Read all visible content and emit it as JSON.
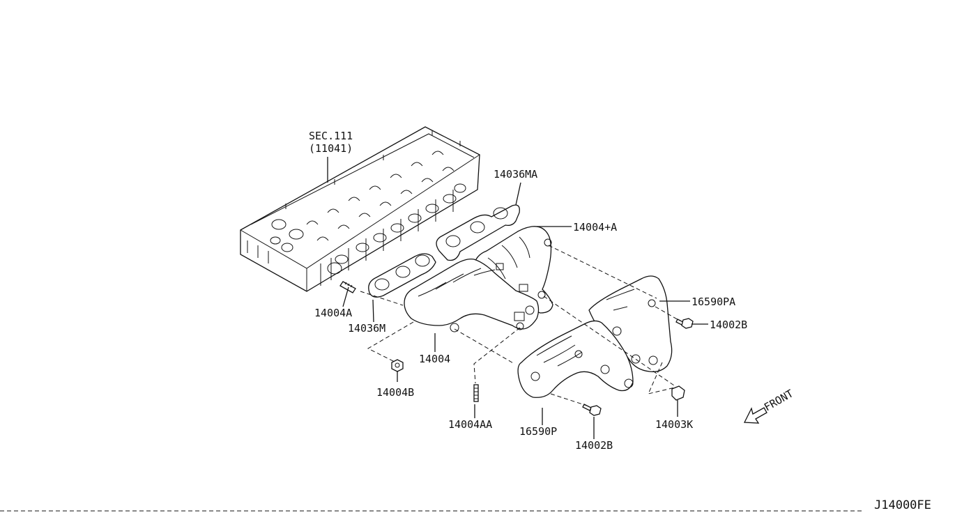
{
  "diagram_id": "J14000FE",
  "labels": {
    "sec_ref_line1": "SEC.111",
    "sec_ref_line2": "(11041)",
    "gasket_upper": "14036MA",
    "manifold_upper": "14004+A",
    "stud": "14004A",
    "gasket_lower": "14036M",
    "manifold_lower": "14004",
    "nut": "14004B",
    "heat_shield_upper": "16590PA",
    "bolt_upper": "14002B",
    "stud_lower": "14004AA",
    "heat_shield_lower": "16590P",
    "bolt_lower": "14002B",
    "clip": "14003K",
    "front": "FRONT"
  },
  "icons": {
    "front_arrow": "front-direction-arrow-icon"
  }
}
